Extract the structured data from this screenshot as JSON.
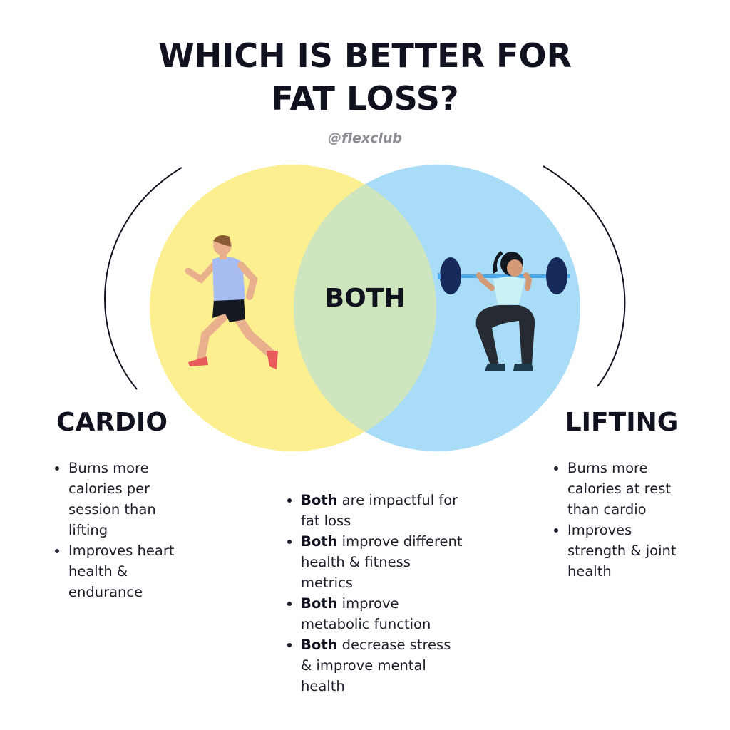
{
  "title": {
    "line1": "WHICH IS BETTER FOR",
    "line2": "FAT LOSS?"
  },
  "handle": "@flexclub",
  "colors": {
    "cardio_circle": "#fcef8f",
    "lifting_circle": "#a9dcf6",
    "overlap": "#cfe5bd",
    "text": "#10131f"
  },
  "venn": {
    "left_label": "CARDIO",
    "center_label": "BOTH",
    "right_label": "LIFTING",
    "left_icon": "runner-illustration",
    "right_icon": "squatting-woman-barbell-illustration"
  },
  "cardio_points": [
    "Burns more calories per session than lifting",
    "Improves heart health & endurance"
  ],
  "both_points": [
    {
      "bold": "Both",
      "rest": " are impactful for fat loss"
    },
    {
      "bold": "Both",
      "rest": " improve different health & fitness metrics"
    },
    {
      "bold": "Both",
      "rest": " improve metabolic function"
    },
    {
      "bold": "Both",
      "rest": " decrease stress & improve mental health"
    }
  ],
  "lifting_points": [
    "Burns more calories at rest than cardio",
    "Improves strength & joint health"
  ]
}
